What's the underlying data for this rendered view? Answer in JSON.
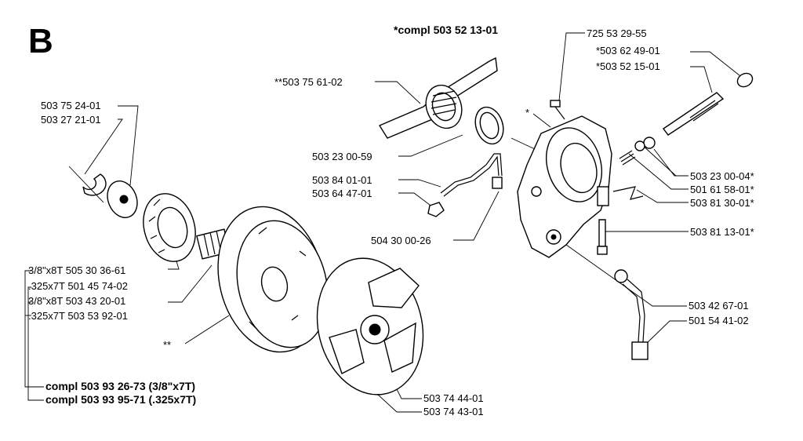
{
  "section_letter": "B",
  "title_assembly": "*compl 503 52 13-01",
  "labels": {
    "n725_53_29_55": "725 53 29-55",
    "n503_62_49_01": "*503 62 49-01",
    "n503_52_15_01": "*503 52 15-01",
    "n503_75_61_02": "**503 75 61-02",
    "n503_75_24_01": "503 75 24-01",
    "n503_27_21_01": "503 27 21-01",
    "star": "*",
    "n503_23_00_59": "503 23 00-59",
    "n503_84_01_01": "503 84 01-01",
    "n503_64_47_01": "503 64 47-01",
    "n503_23_00_04": "503 23 00-04*",
    "n501_61_58_01": "501 61 58-01*",
    "n503_81_30_01": "503 81 30-01*",
    "n504_30_00_26": "504 30 00-26",
    "n503_81_13_01": "503 81 13-01*",
    "s1": "3/8\"x8T 505 30 36-61",
    "s2": ".325x7T 501 45 74-02",
    "s3": "3/8\"x8T 503 43 20-01",
    "s4": ".325x7T 503 53 92-01",
    "n503_42_67_01": "503 42 67-01",
    "n501_54_41_02": "501 54 41-02",
    "dstar": "**",
    "n503_74_44_01": "503 74 44-01",
    "n503_74_43_01": "503 74 43-01",
    "compl1": "compl 503 93 26-73 (3/8\"x7T)",
    "compl2": "compl 503 93 95-71 (.325x7T)"
  }
}
